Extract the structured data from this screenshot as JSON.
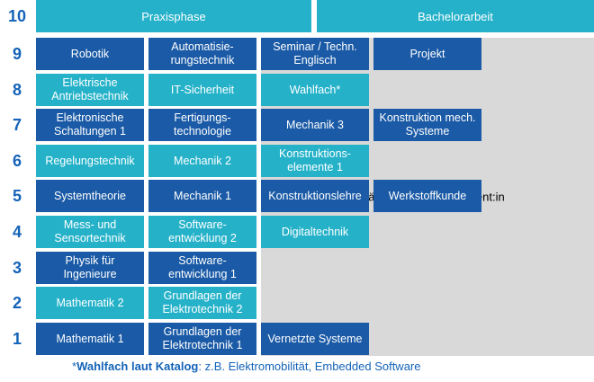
{
  "semesters": [
    "10",
    "9",
    "8",
    "7",
    "6",
    "5",
    "4",
    "3",
    "2",
    "1"
  ],
  "praxisphase": "Praxisphase",
  "bachelorarbeit": "Bachelorarbeit",
  "werkstudent": "Tätigkeit als Werkstudent:in",
  "colors": {
    "dark": "#1a5aa6",
    "light": "#25b2c9",
    "gray": "#d9d9d9",
    "number": "#1463b8"
  },
  "rows": [
    {
      "semester": "9",
      "modules": [
        {
          "label": "Robotik",
          "style": "dark"
        },
        {
          "label": "Automatisie-\nrungstechnik",
          "style": "dark"
        },
        {
          "label": "Seminar / Techn.\nEnglisch",
          "style": "dark"
        },
        {
          "label": "Projekt",
          "style": "dark"
        }
      ]
    },
    {
      "semester": "8",
      "modules": [
        {
          "label": "Elektrische\nAntriebstechnik",
          "style": "light"
        },
        {
          "label": "IT-Sicherheit",
          "style": "light"
        },
        {
          "label": "Wahlfach*",
          "style": "light"
        }
      ]
    },
    {
      "semester": "7",
      "modules": [
        {
          "label": "Elektronische\nSchaltungen 1",
          "style": "dark"
        },
        {
          "label": "Fertigungs-\ntechnologie",
          "style": "dark"
        },
        {
          "label": "Mechanik 3",
          "style": "dark"
        },
        {
          "label": "Konstruktion mech.\nSysteme",
          "style": "dark"
        }
      ]
    },
    {
      "semester": "6",
      "modules": [
        {
          "label": "Regelungstechnik",
          "style": "light"
        },
        {
          "label": "Mechanik 2",
          "style": "light"
        },
        {
          "label": "Konstruktions-\nelemente 1",
          "style": "light"
        }
      ]
    },
    {
      "semester": "5",
      "modules": [
        {
          "label": "Systemtheorie",
          "style": "dark"
        },
        {
          "label": "Mechanik 1",
          "style": "dark"
        },
        {
          "label": "Konstruktionslehre",
          "style": "dark"
        },
        {
          "label": "Werkstoffkunde",
          "style": "dark"
        }
      ]
    },
    {
      "semester": "4",
      "modules": [
        {
          "label": "Mess- und\nSensortechnik",
          "style": "light"
        },
        {
          "label": "Software-\nentwicklung 2",
          "style": "light"
        },
        {
          "label": "Digitaltechnik",
          "style": "light"
        }
      ]
    },
    {
      "semester": "3",
      "modules": [
        {
          "label": "Physik für\nIngenieure",
          "style": "dark"
        },
        {
          "label": "Software-\nentwicklung 1",
          "style": "dark"
        }
      ]
    },
    {
      "semester": "2",
      "modules": [
        {
          "label": "Mathematik 2",
          "style": "light"
        },
        {
          "label": "Grundlagen der\nElektrotechnik 2",
          "style": "light"
        }
      ]
    },
    {
      "semester": "1",
      "modules": [
        {
          "label": "Mathematik 1",
          "style": "dark"
        },
        {
          "label": "Grundlagen der\nElektrotechnik 1",
          "style": "dark"
        },
        {
          "label": "Vernetzte Systeme",
          "style": "dark"
        }
      ]
    }
  ],
  "footnote": {
    "marker": "*",
    "bold": "Wahlfach laut Katalog",
    "rest": ": z.B. Elektromobilität, Embedded Software"
  }
}
